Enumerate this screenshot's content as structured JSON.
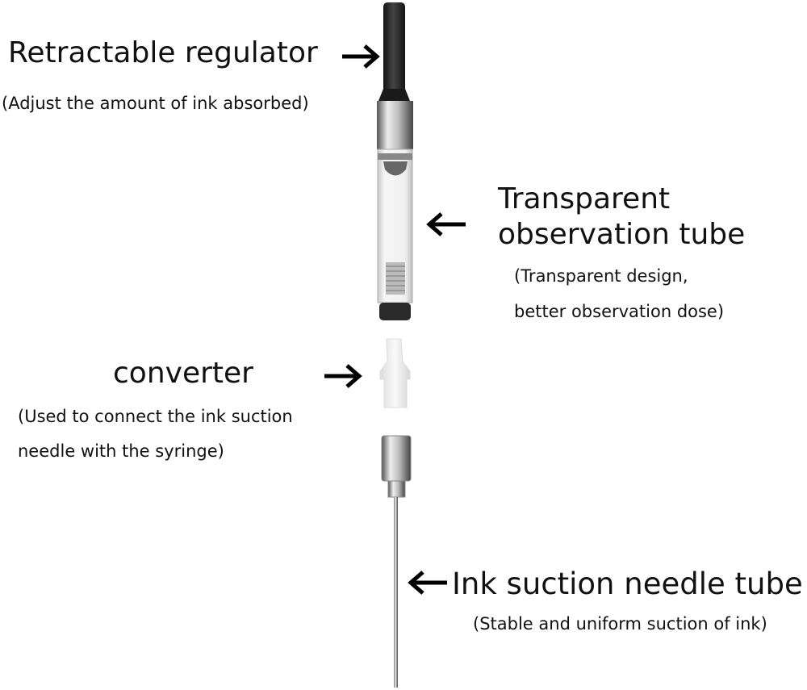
{
  "labels": {
    "regulator": {
      "title": "Retractable regulator",
      "note": "(Adjust the amount of ink absorbed)"
    },
    "tube": {
      "title_line1": "Transparent",
      "title_line2": "observation tube",
      "note_line1": "(Transparent design,",
      "note_line2": "better observation dose)"
    },
    "converter": {
      "title": "converter",
      "note_line1": "(Used to connect the ink suction",
      "note_line2": "needle with the syringe)"
    },
    "needle": {
      "title": "Ink suction needle tube",
      "note": "(Stable and uniform suction of ink)"
    }
  },
  "icons": {
    "right_arrow": "arrow-right-icon",
    "left_arrow": "arrow-left-icon"
  }
}
